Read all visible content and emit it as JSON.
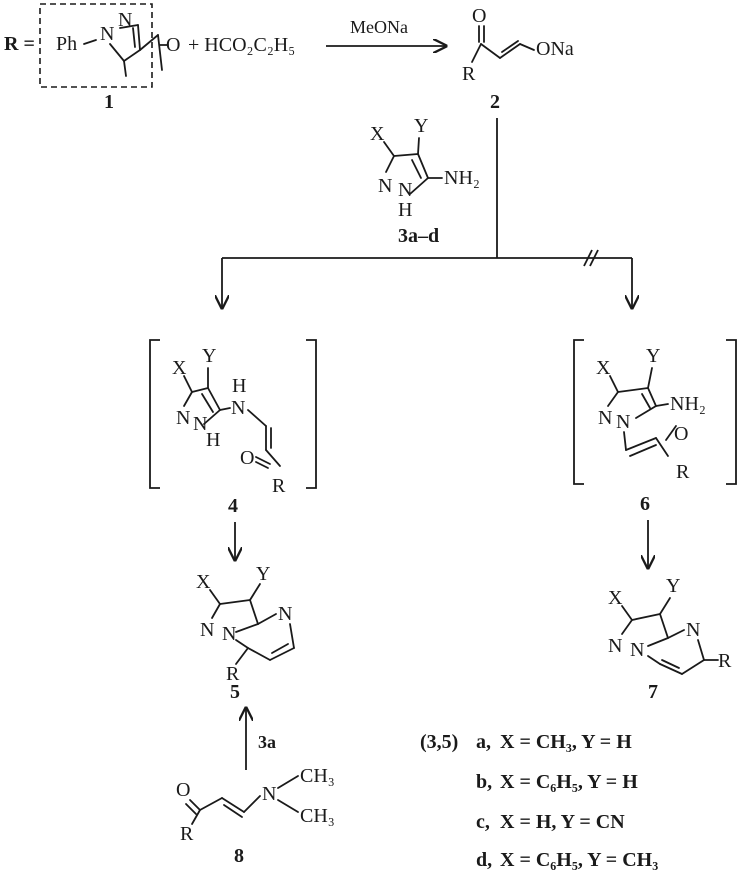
{
  "r_definition": {
    "prefix": "R =",
    "phenyl": "Ph"
  },
  "compounds": {
    "c1": "1",
    "c2": "2",
    "c3": "3a–d",
    "c4": "4",
    "c5": "5",
    "c6": "6",
    "c7": "7",
    "c8": "8"
  },
  "reagents": {
    "formate": "+ HCO₂C₂H₅",
    "base": "MeONa",
    "arrow_3a": "3a"
  },
  "atoms": {
    "N": "N",
    "H": "H",
    "O": "O",
    "X": "X",
    "Y": "Y",
    "R": "R",
    "NH2": "NH₂",
    "ONa": "ONa",
    "CH3": "CH₃"
  },
  "substituents": [
    {
      "prefix": "(3,5)",
      "letter": "a,",
      "text": "X = CH₃, Y = H"
    },
    {
      "prefix": "",
      "letter": "b,",
      "text": "X = C₆H₅, Y = H"
    },
    {
      "prefix": "",
      "letter": "c,",
      "text": "X = H, Y = CN"
    },
    {
      "prefix": "",
      "letter": "d,",
      "text": "X = C₆H₅, Y = CH₃"
    }
  ]
}
